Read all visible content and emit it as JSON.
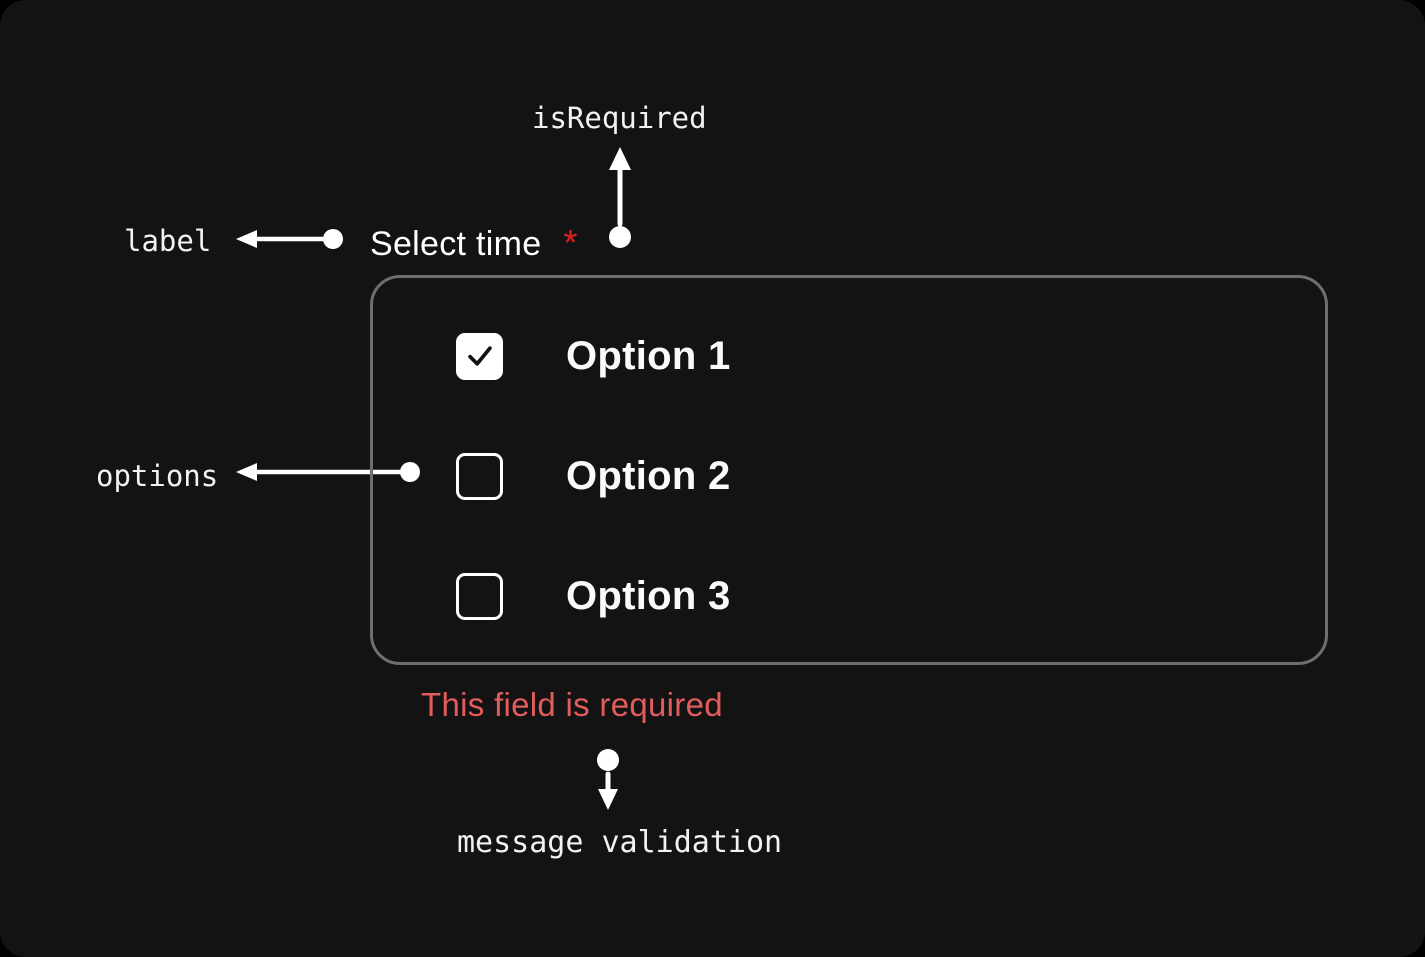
{
  "annotations": {
    "is_required": "isRequired",
    "label": "label",
    "options": "options",
    "message_validation": "message validation"
  },
  "field": {
    "label": "Select time",
    "required_indicator": "*",
    "options": [
      {
        "label": "Option 1",
        "checked": true
      },
      {
        "label": "Option 2",
        "checked": false
      },
      {
        "label": "Option 3",
        "checked": false
      }
    ],
    "validation_message": "This field is required"
  },
  "colors": {
    "background": "#000000",
    "panel": "#131313",
    "text": "#ffffff",
    "annotation_text": "#f2f2f2",
    "required_asterisk_red": "#e01f1f",
    "validation_red": "#e25c5c",
    "container_border": "#6e6e6e",
    "checkbox_check": "#111111",
    "arrow": "#ffffff"
  },
  "icons": {
    "checkbox_checked": "check-icon"
  }
}
